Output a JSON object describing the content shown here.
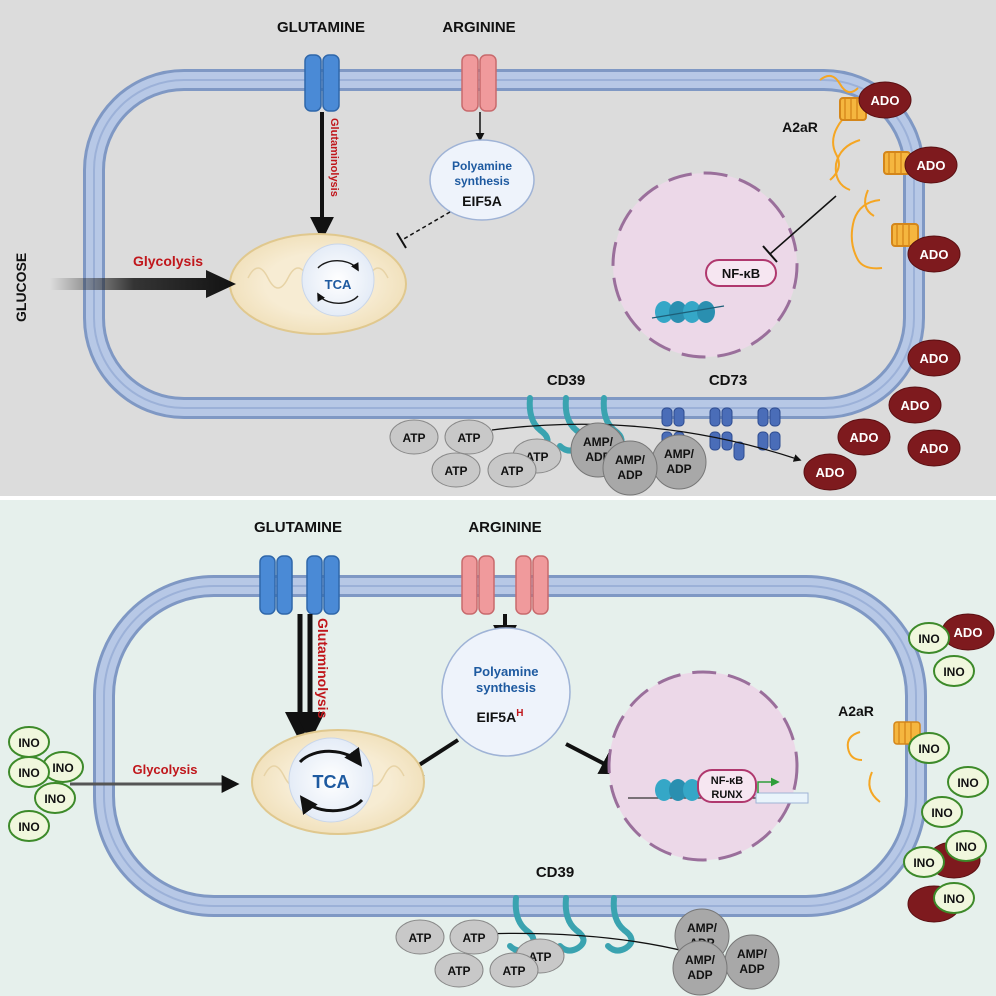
{
  "top_panel": {
    "glutamine": "GLUTAMINE",
    "arginine": "ARGININE",
    "glutaminolysis": "Glutaminolysis",
    "polyamine_line1": "Polyamine",
    "polyamine_line2": "synthesis",
    "eif5a": "EIF5A",
    "glycolysis": "Glycolysis",
    "glucose": "GLUCOSE",
    "tca": "TCA",
    "a2ar": "A2aR",
    "nfkb": "NF-κB",
    "cd39": "CD39",
    "cd73": "CD73",
    "atp": "ATP",
    "amp_adp_line1": "AMP/",
    "amp_adp_line2": "ADP",
    "ado": "ADO"
  },
  "bottom_panel": {
    "glutamine": "GLUTAMINE",
    "arginine": "ARGININE",
    "glutaminolysis": "Glutaminolysis",
    "polyamine_line1": "Polyamine",
    "polyamine_line2": "synthesis",
    "eif5a": "EIF5A",
    "eif5a_superscript": "H",
    "glycolysis": "Glycolysis",
    "tca": "TCA",
    "a2ar": "A2aR",
    "nfkb": "NF-κB",
    "runx": "RUNX",
    "cd39": "CD39",
    "atp": "ATP",
    "amp_adp_line1": "AMP/",
    "amp_adp_line2": "ADP",
    "ado": "ADO",
    "ino": "INO"
  },
  "colors": {
    "top_background": "#dcdcdc",
    "bottom_background": "#e6f0ec",
    "membrane": "#a9bedf",
    "glutamine_channel": "#4a8ad6",
    "arginine_channel": "#f09a9c",
    "red_label": "#c0161b",
    "polyamine_text": "#1e5aa0",
    "nucleus": "#ecd8e8",
    "nucleus_border": "#9a6f9b",
    "ado": "#7e1a1e",
    "ino_fill": "#f0f7dd",
    "ino_border": "#3d8a2a",
    "nfkb_border": "#b0386e",
    "a2ar": "#f5a623",
    "cd39": "#3aa3b0",
    "cd73": "#4a6db8",
    "metabolite_grey": "#c8c8c8"
  },
  "icons": [
    "glutamine-transporter-icon",
    "arginine-transporter-icon",
    "mitochondrion-icon",
    "dna-helix-icon",
    "a2ar-receptor-icon",
    "cd39-enzyme-icon",
    "cd73-enzyme-icon"
  ]
}
